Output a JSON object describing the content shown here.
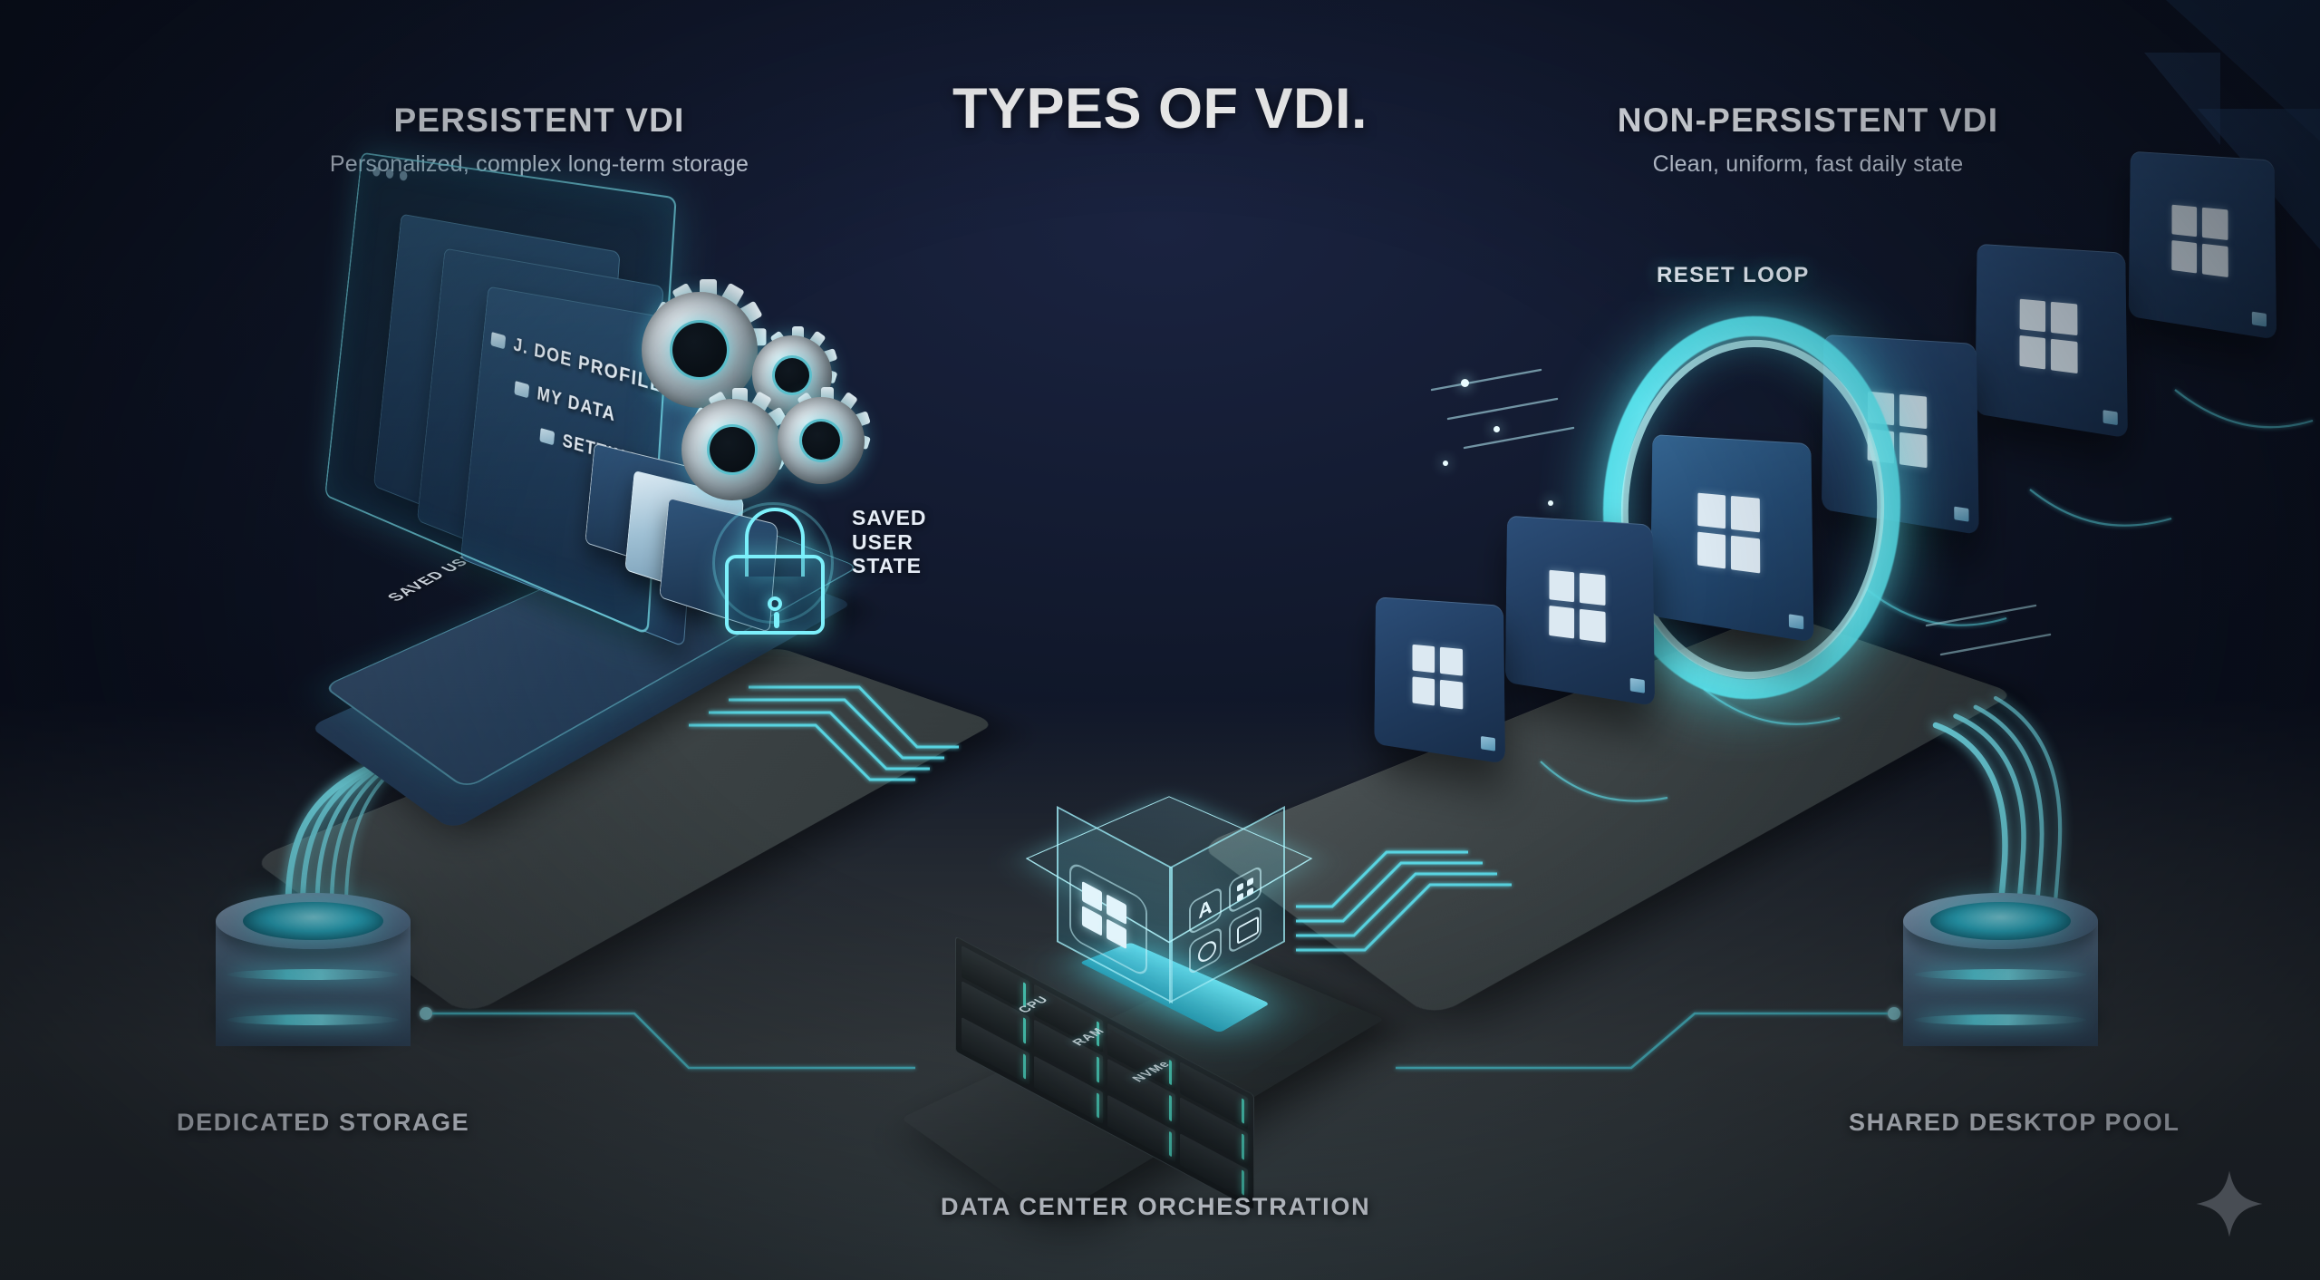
{
  "title": "TYPES OF VDI.",
  "columns": {
    "left": {
      "heading": "PERSISTENT VDI",
      "subheading": "Personalized, complex long-term storage",
      "floor_label": "DEDICATED STORAGE",
      "screen_rows": [
        "J. DOE PROFILE",
        "MY DATA",
        "SETTINGS"
      ],
      "base_label": "SAVED USER\nSTATE",
      "callout": "SAVED USER STATE"
    },
    "right": {
      "heading": "NON-PERSISTENT VDI",
      "subheading": "Clean, uniform, fast daily state",
      "floor_label": "SHARED DESKTOP POOL",
      "loop_label": "RESET LOOP"
    },
    "center": {
      "floor_label": "DATA CENTER ORCHESTRATION",
      "server_labels": [
        "CPU",
        "RAM",
        "NVMe"
      ]
    }
  },
  "icons": {
    "gear": "gear-icon",
    "lock": "padlock-icon",
    "windows": "windows-logo-icon",
    "folder": "folder-icon",
    "database": "database-cylinder-icon",
    "sparkle": "sparkle-icon",
    "app_grid": "app-grid-icon"
  },
  "colors": {
    "background_deep": "#0d1322",
    "background_mid": "#1a2340",
    "accent_cyan": "#56ecf6",
    "accent_cyan_bright": "#7ef3ff",
    "tile_blue": "#2c4e78",
    "platform_gray": "#3c4345",
    "text_primary": "#eef3fb",
    "text_secondary": "#cfd8e6"
  }
}
